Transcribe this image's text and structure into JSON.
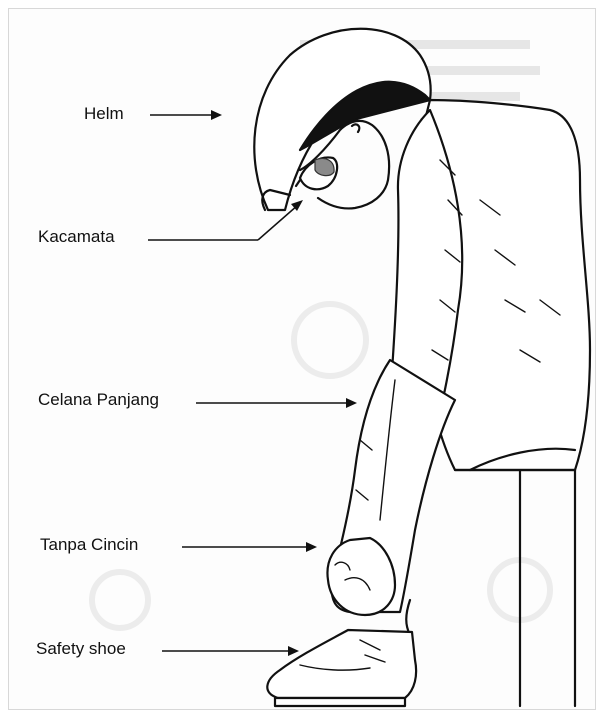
{
  "labels": {
    "helm": "Helm",
    "kacamata": "Kacamata",
    "celana_panjang": "Celana Panjang",
    "tanpa_cincin": "Tanpa Cincin",
    "safety_shoe": "Safety shoe"
  },
  "colors": {
    "ink": "#111111",
    "ghost_text": "#e4e4e4",
    "lens": "#8a8a8a",
    "frame": "#d8d8d8"
  }
}
